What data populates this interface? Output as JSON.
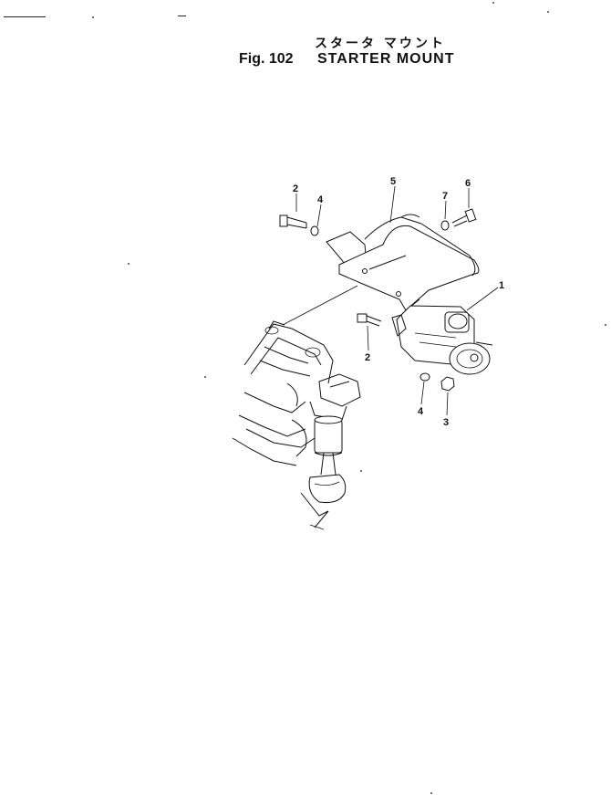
{
  "figure": {
    "title_jp": "スタータ マウント",
    "number": "Fig. 102",
    "title_en": "STARTER MOUNT"
  },
  "callouts": {
    "c1": "1",
    "c2_top": "2",
    "c4_top": "4",
    "c5": "5",
    "c7": "7",
    "c6": "6",
    "c2_bottom": "2",
    "c4_bottom": "4",
    "c3": "3"
  }
}
